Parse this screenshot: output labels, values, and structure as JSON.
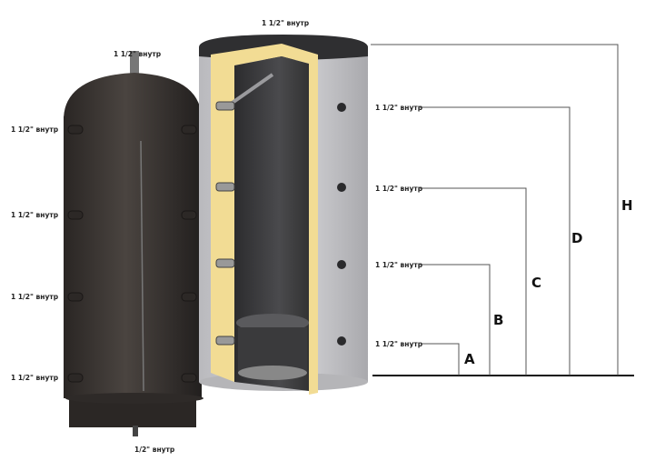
{
  "left_tank": {
    "top_label": "1 1/2\" внутр",
    "side_labels": [
      "1 1/2\" внутр",
      "1 1/2\" внутр",
      "1 1/2\" внутр",
      "1 1/2\" внутр"
    ],
    "bottom_label": "1/2\" внутр"
  },
  "right_tank": {
    "top_label": "1 1/2\" внутр"
  },
  "dimensions": {
    "ports": [
      {
        "label": "1 1/2\" внутр",
        "letter": "D"
      },
      {
        "label": "1 1/2\" внутр",
        "letter": "C"
      },
      {
        "label": "1 1/2\" внутр",
        "letter": "B"
      },
      {
        "label": "1 1/2\" внутр",
        "letter": "A"
      }
    ],
    "height_letter": "H"
  },
  "colors": {
    "tank_dark": "#3a3533",
    "insulation": "#f2dc94",
    "jacket": "#cfcfd2",
    "line": "#555555"
  }
}
